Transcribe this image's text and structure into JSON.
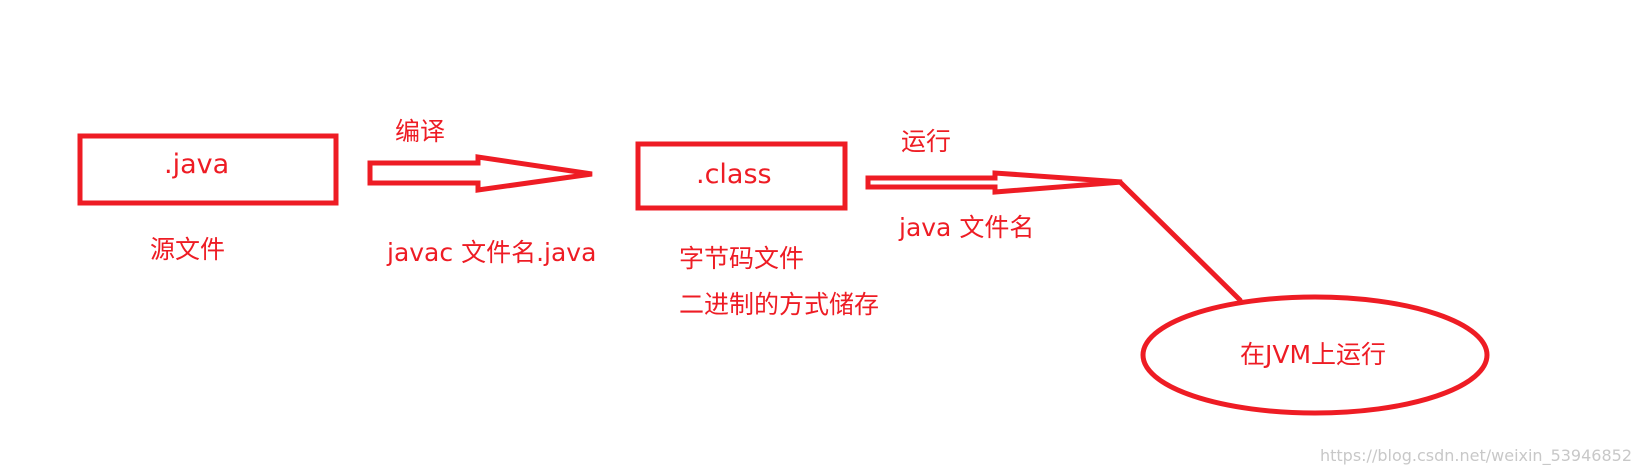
{
  "colors": {
    "stroke": "#ee1c24",
    "text": "#ee1c24",
    "watermark": "#c8c8c8",
    "background": "#ffffff"
  },
  "nodes": {
    "java_box": {
      "label": ".java",
      "caption": "源文件"
    },
    "class_box": {
      "label": ".class",
      "caption_line1": "字节码文件",
      "caption_line2": "二进制的方式储存"
    },
    "jvm_ellipse": {
      "label": "在JVM上运行"
    }
  },
  "edges": {
    "compile": {
      "label": "编译",
      "command": "javac  文件名.java"
    },
    "run": {
      "label": "运行",
      "command": "java 文件名"
    }
  },
  "watermark": "https://blog.csdn.net/weixin_53946852"
}
